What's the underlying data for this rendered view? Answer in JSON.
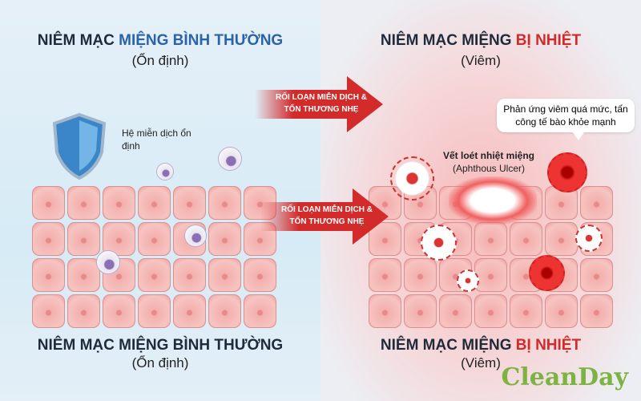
{
  "left": {
    "title_prefix": "NIÊM MẠC ",
    "title_accent": "MIỆNG BÌNH THƯỜNG",
    "subtitle": "(Ổn định)",
    "shield_label": "Hệ miễn dịch ổn định",
    "bottom_title": "NIÊM MẠC MIỆNG BÌNH THƯỜNG",
    "bottom_subtitle": "(Ổn định)"
  },
  "arrows": [
    {
      "text": "RỐI LOẠN MIỄN DỊCH & TỔN THƯƠNG NHẸ"
    },
    {
      "text": "RỐI LOẠN MIỄN DỊCH & TỔN THƯƠNG NHẸ"
    }
  ],
  "right": {
    "title_prefix": "NIÊM MẠC MIỆNG ",
    "title_accent": "BỊ NHIỆT",
    "subtitle": "(Viêm)",
    "ulcer_label": "Vết loét nhiệt miệng",
    "ulcer_sublabel": "(Aphthous Ulcer)",
    "bubble": "Phản ứng viêm quá mức, tấn công tế bào khỏe mạnh",
    "bottom_title_prefix": "NIÊM MẠC MIỆNG ",
    "bottom_title_accent": "BỊ NHIỆT",
    "bottom_subtitle": "(Viêm)"
  },
  "brand": "CleanDay",
  "colors": {
    "blue": "#2a63a8",
    "red": "#d12a2a",
    "brand": "#7cb342"
  }
}
